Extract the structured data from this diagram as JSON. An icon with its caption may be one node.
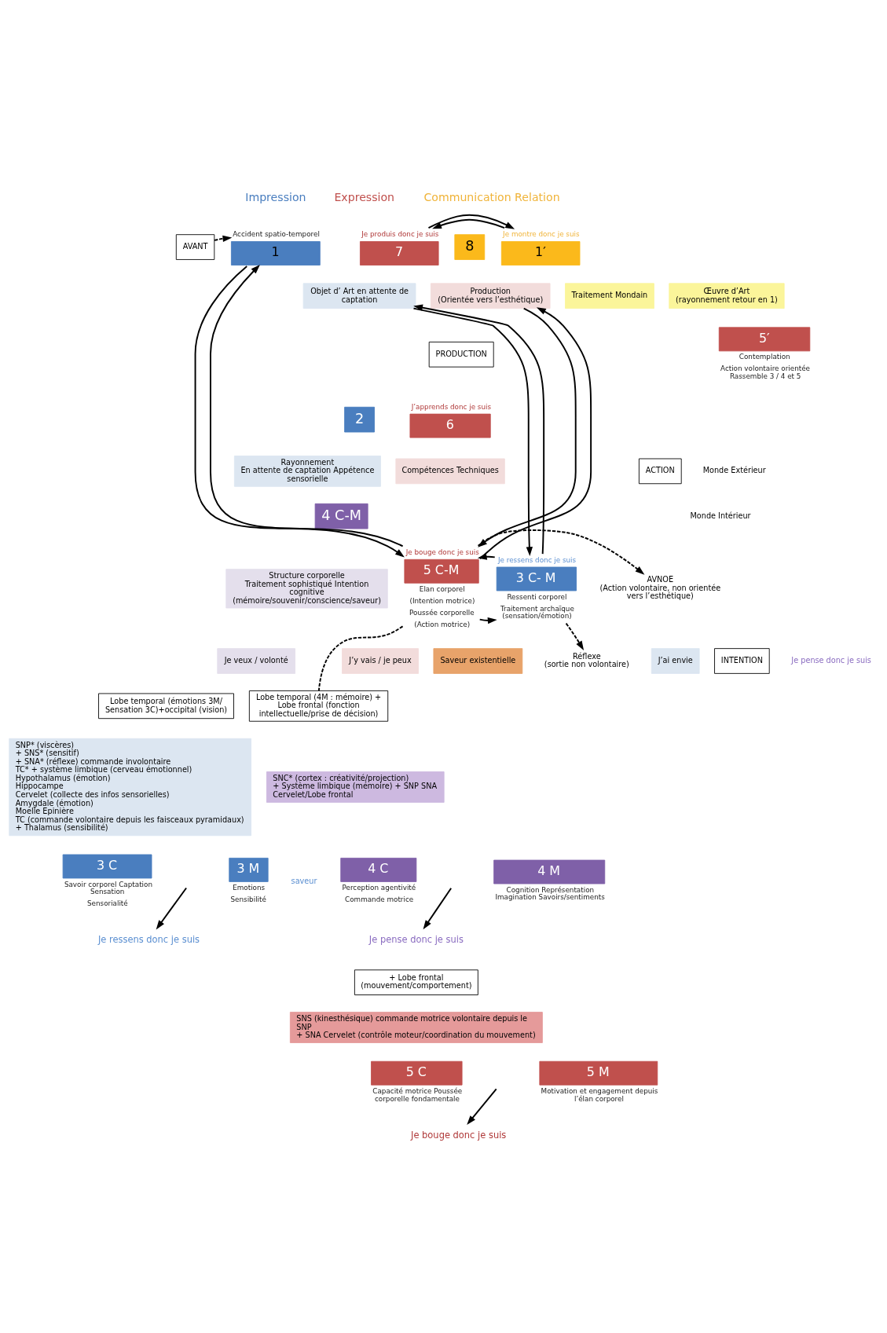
{
  "diagram": {
    "nodes": [
      {
        "text": [
          "AVANT"
        ]
      },
      {
        "text": [
          "1"
        ],
        "beside": [
          "Accident spatio-temporel"
        ]
      },
      {
        "text": [
          "Objet d’ Art en attente de captation"
        ]
      },
      {
        "text": [
          "2"
        ]
      },
      {
        "text": [
          "Rayonnement",
          "En attente de captation Appétence sensorielle"
        ]
      },
      {
        "text": [
          "7"
        ],
        "beside": [
          "Je produis donc je suis"
        ]
      },
      {
        "text": [
          "Production",
          "(Orientée vers l’esthétique)"
        ]
      },
      {
        "text": [
          "8"
        ]
      },
      {
        "text": [
          "Traitement Mondain"
        ]
      },
      {
        "text": [
          "1′"
        ],
        "beside": [
          "Je montre donc je suis"
        ]
      },
      {
        "text": [
          "Œuvre d’Art",
          "(rayonnement retour en 1)"
        ]
      },
      {
        "text": [
          "5′"
        ],
        "beside": [
          "Contemplation",
          "Action volontaire orientée Rassemble 3 / 4 et 5"
        ]
      },
      {
        "text": [
          "PRODUCTION"
        ]
      },
      {
        "text": [
          "6"
        ],
        "beside": [
          "J’apprends donc je suis"
        ]
      },
      {
        "text": [
          "Compétences Techniques"
        ]
      },
      {
        "text": [
          "ACTION"
        ]
      },
      {
        "text": [
          "4 C-M"
        ]
      },
      {
        "text": [
          "Structure corporelle",
          "Traitement sophistiqué Intention cognitive (mémoire/souvenir/conscience/saveur)"
        ]
      },
      {
        "text": [
          "3 C- M"
        ],
        "beside": [
          "Je ressens donc je suis",
          "Ressenti corporel",
          "Traitement archaïque (sensation/émotion)"
        ]
      },
      {
        "text": [
          "5 C-M"
        ],
        "beside": [
          "Je bouge donc je suis",
          "Elan corporel",
          "(Intention motrice)",
          "Poussée corporelle",
          "(Action motrice)"
        ]
      },
      {
        "text": [
          "AVNOE",
          "(Action volontaire, non orientée vers l’esthétique)"
        ]
      },
      {
        "text": [
          "Saveur existentielle"
        ]
      },
      {
        "text": [
          "Réflexe",
          "(sortie non volontaire)"
        ]
      },
      {
        "text": [
          "J’ai envie"
        ]
      },
      {
        "text": [
          "Je veux / volonté"
        ]
      },
      {
        "text": [
          "J’y vais / je peux"
        ]
      },
      {
        "text": [
          "INTENTION"
        ]
      },
      {
        "text": [
          "Lobe temporal (émotions 3M/ Sensation 3C)+occipital (vision)"
        ]
      },
      {
        "text": [
          "SNP* (viscères)",
          "+ SNS* (sensitif)",
          "+ SNA* (réflexe) commande involontaire",
          "TC* + système limbique (cerveau émotionnel)",
          "Hypothalamus (émotion)",
          "Hippocampe",
          "Cervelet (collecte des infos sensorielles)",
          "Amygdale (émotion)",
          "Moelle Epinière",
          "TC (commande volontaire depuis les faisceaux pyramidaux)",
          "+ Thalamus (sensibilité)"
        ]
      },
      {
        "text": [
          "3 C"
        ],
        "beside": [
          "Savoir corporel Captation Sensation",
          "Sensorialité"
        ]
      },
      {
        "text": [
          "3 M"
        ],
        "beside": [
          "Emotions",
          "Sensibilité"
        ]
      },
      {
        "text": [
          "Lobe temporal (4M : mémoire) + Lobe frontal (fonction intellectuelle/prise de décision)"
        ]
      },
      {
        "text": [
          "SNC* (cortex : créativité/projection)",
          "+ Système limbique (mémoire) + SNP SNA",
          "Cervelet/Lobe frontal"
        ]
      },
      {
        "text": [
          "4 C"
        ],
        "beside": [
          "Perception agentivité",
          "Commande motrice"
        ]
      },
      {
        "text": [
          "4 M"
        ],
        "beside": [
          "Cognition Représentation Imagination Savoirs/sentiments"
        ]
      },
      {
        "text": [
          "+ Lobe frontal (mouvement/comportement)"
        ]
      },
      {
        "text": [
          "SNS (kinesthésique) commande motrice volontaire depuis le SNP",
          "+ SNA Cervelet (contrôle moteur/coordination du mouvement)"
        ]
      },
      {
        "text": [
          "5 C"
        ],
        "beside": [
          "Capacité motrice Poussée corporelle fondamentale"
        ]
      },
      {
        "text": [
          "5 M"
        ],
        "beside": [
          "Motivation et engagement depuis l’élan corporel"
        ]
      },
      {
        "text": [
          "Je ressens donc je suis"
        ]
      },
      {
        "text": [
          "Je pense donc je suis"
        ]
      },
      {
        "text": [
          "Je bouge donc je suis"
        ]
      }
    ],
    "edges": [
      {
        "from": 0,
        "to": 1,
        "arrow": "to",
        "style": "dashed"
      },
      {
        "from": 9,
        "to": 5,
        "arrow": "to"
      },
      {
        "from": 5,
        "to": 9,
        "arrow": "to"
      },
      {
        "from": 18,
        "to": 2,
        "arrow": "to"
      },
      {
        "from": 2,
        "to": 18,
        "arrow": "to"
      },
      {
        "from": 19,
        "to": 1,
        "arrow": "to"
      },
      {
        "from": 1,
        "to": 19,
        "arrow": "to"
      },
      {
        "from": 19,
        "to": 6,
        "arrow": "to"
      },
      {
        "from": 6,
        "to": 19,
        "arrow": "to"
      },
      {
        "from": 19,
        "to": 18,
        "arrow": "to"
      },
      {
        "from": 18,
        "to": 19,
        "arrow": "to"
      },
      {
        "from": 19,
        "to": 20,
        "arrow": "to",
        "style": "dashed"
      },
      {
        "from": 18,
        "to": 22,
        "arrow": "to",
        "style": "dashed"
      },
      {
        "from": 19,
        "to": 31,
        "arrow": "none",
        "style": "dashed"
      },
      {
        "from": null,
        "to": 39,
        "arrow": "to"
      },
      {
        "from": null,
        "to": 40,
        "arrow": "to"
      },
      {
        "from": null,
        "to": 41,
        "arrow": "to"
      }
    ],
    "labels": [
      "Impression",
      "Expression",
      "Communication Relation",
      "Monde Extérieur",
      "Monde Intérieur",
      "Je pense donc je suis",
      "saveur"
    ]
  }
}
